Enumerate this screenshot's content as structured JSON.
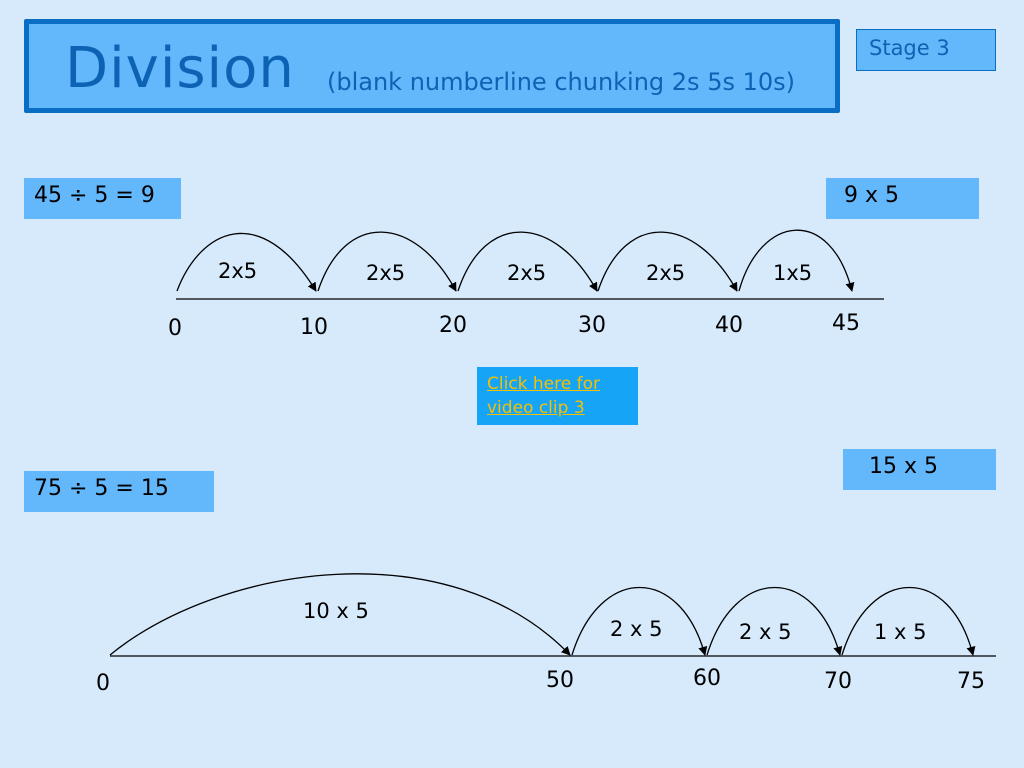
{
  "header": {
    "title": "Division",
    "subtitle": "(blank numberline chunking 2s 5s 10s)",
    "stage": "Stage 3"
  },
  "problem1": {
    "equation": "45 ÷ 5  =  9",
    "summary": "9   x  5",
    "ticks": [
      "0",
      "10",
      "20",
      "30",
      "40",
      "45"
    ],
    "jumps": [
      "2x5",
      "2x5",
      "2x5",
      "2x5",
      "1x5"
    ]
  },
  "video_link": {
    "line1": "Click here for",
    "line2": "video clip 3"
  },
  "problem2": {
    "equation": "75 ÷ 5  =  15",
    "summary": "15  x  5",
    "ticks": [
      "0",
      "50",
      "60",
      "70",
      "75"
    ],
    "jumps": [
      "10 x 5",
      "2 x 5",
      "2 x 5",
      "1 x 5"
    ]
  },
  "colors": {
    "background": "#d6eafc",
    "box_fill": "#63b7fb",
    "title_border": "#0a6fc4",
    "title_text": "#0c63b4",
    "link_box": "#16a4f7",
    "link_text": "#f4c100"
  }
}
